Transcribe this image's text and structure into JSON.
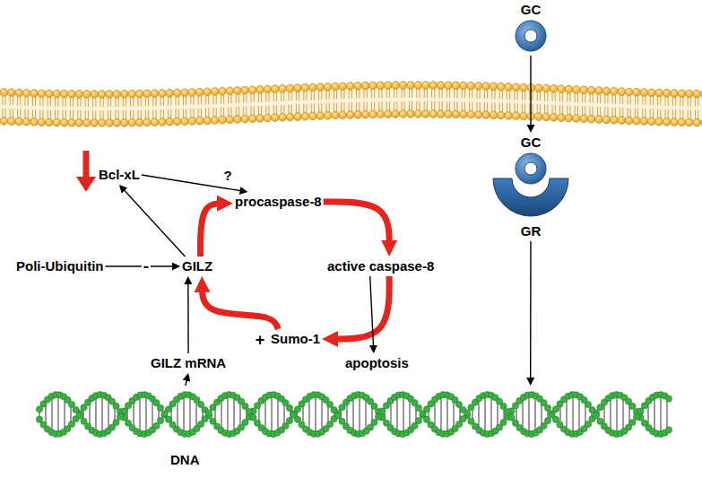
{
  "diagram": {
    "nodes": [
      {
        "text": [
          "GC"
        ]
      },
      {
        "text": [
          "Bcl-xL"
        ]
      },
      {
        "text": [
          "procaspase-8"
        ]
      },
      {
        "text": [
          "GC"
        ]
      },
      {
        "text": [
          "GR"
        ]
      },
      {
        "text": [
          "Poli-Ubiquitin"
        ]
      },
      {
        "text": [
          "GILZ"
        ]
      },
      {
        "text": [
          "active caspase-8"
        ]
      },
      {
        "text": [
          "Sumo-1"
        ]
      },
      {
        "text": [
          "GILZ mRNA"
        ]
      },
      {
        "text": [
          "apoptosis"
        ]
      },
      {
        "text": [
          "DNA"
        ]
      }
    ],
    "edges": [
      {
        "from": 0,
        "to": 3,
        "arrow": "to"
      },
      {
        "from": 4,
        "to": 11,
        "arrow": "to"
      },
      {
        "from": 11,
        "to": 9,
        "arrow": "to"
      },
      {
        "from": 9,
        "to": 6,
        "arrow": "to"
      },
      {
        "from": 5,
        "to": 6,
        "arrow": "to",
        "label": "-"
      },
      {
        "from": 6,
        "to": 1,
        "arrow": "to"
      },
      {
        "from": 1,
        "to": 2,
        "arrow": "to",
        "label": "?"
      },
      {
        "from": 6,
        "to": 2,
        "arrow": "to"
      },
      {
        "from": 2,
        "to": 7,
        "arrow": "to"
      },
      {
        "from": 7,
        "to": 8,
        "arrow": "to"
      },
      {
        "from": 8,
        "to": 6,
        "arrow": "to",
        "label": "+"
      },
      {
        "from": 7,
        "to": 10,
        "arrow": "to"
      }
    ]
  }
}
